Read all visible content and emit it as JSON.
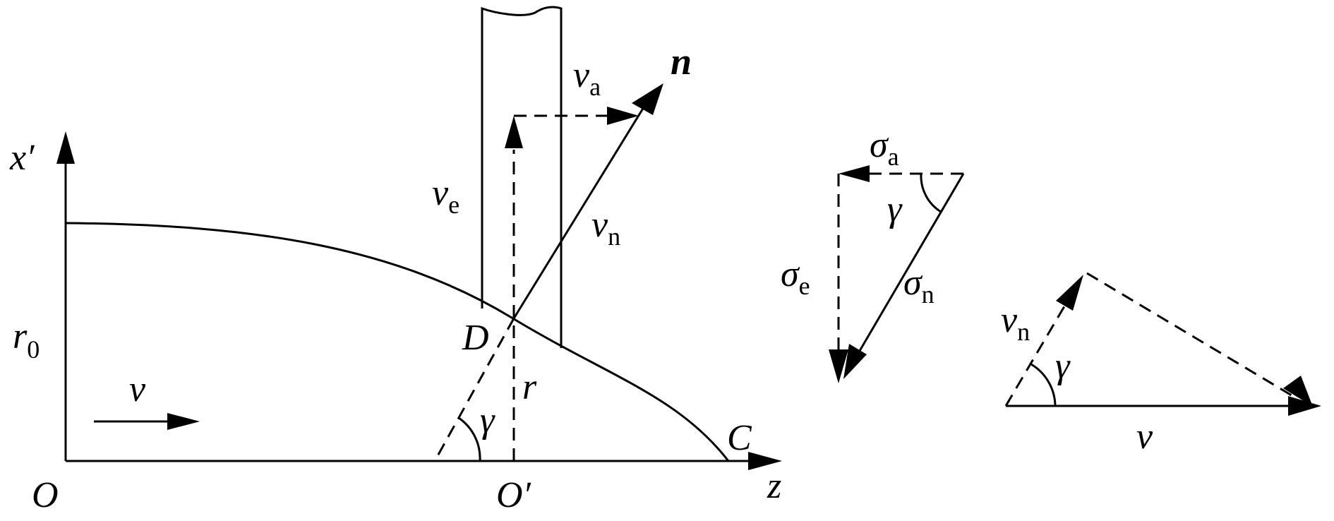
{
  "labels": {
    "axis_x": "x′",
    "axis_z": "z",
    "origin": "O",
    "origin_prime": "O′",
    "point_c": "C",
    "point_d": "D",
    "r0_main": "r",
    "r0_sub": "0",
    "r": "r",
    "gamma": "γ",
    "v": "v",
    "v_sub_a": "a",
    "v_sub_e": "e",
    "v_sub_n": "n",
    "n": "n",
    "sigma": "σ",
    "sigma_sub_a": "a",
    "sigma_sub_e": "e",
    "sigma_sub_n": "n"
  }
}
